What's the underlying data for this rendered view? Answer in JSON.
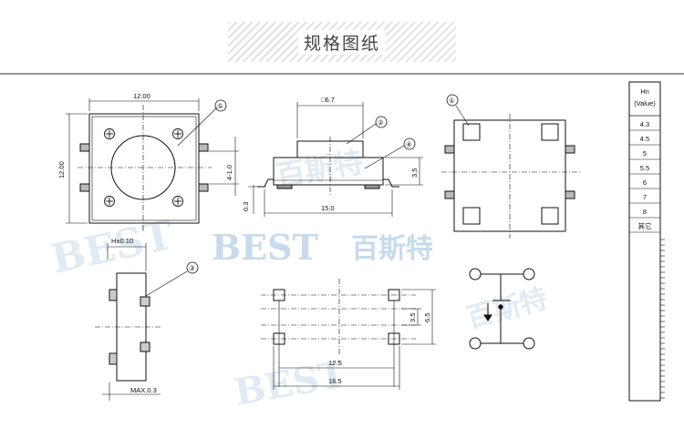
{
  "title": "规格图纸",
  "watermark": {
    "brand": "BEST",
    "chinese": "百斯特",
    "color": "#cfe0ee"
  },
  "dimensions": {
    "top_width": "12.00",
    "top_height": "12.00",
    "lead_pitch": "4-1.0",
    "cap_size": "□6.7",
    "side_length": "15.0",
    "body_height": "3.5",
    "lead_thickness": "0.3",
    "h_tolerance": "H±0.10",
    "max_note": "MAX.0.3",
    "pad_v_inner": "3.5",
    "pad_v_outer": "6.5",
    "pad_h_inner": "12.5",
    "pad_h_outer": "16.5"
  },
  "callouts": [
    "①",
    "②",
    "③",
    "④",
    "⑤"
  ],
  "value_table": {
    "header_line1": "Hn",
    "header_line2": "(Value)",
    "rows": [
      "4.3",
      "4.5",
      "5",
      "5.5",
      "6",
      "7",
      "8",
      "其它"
    ]
  }
}
